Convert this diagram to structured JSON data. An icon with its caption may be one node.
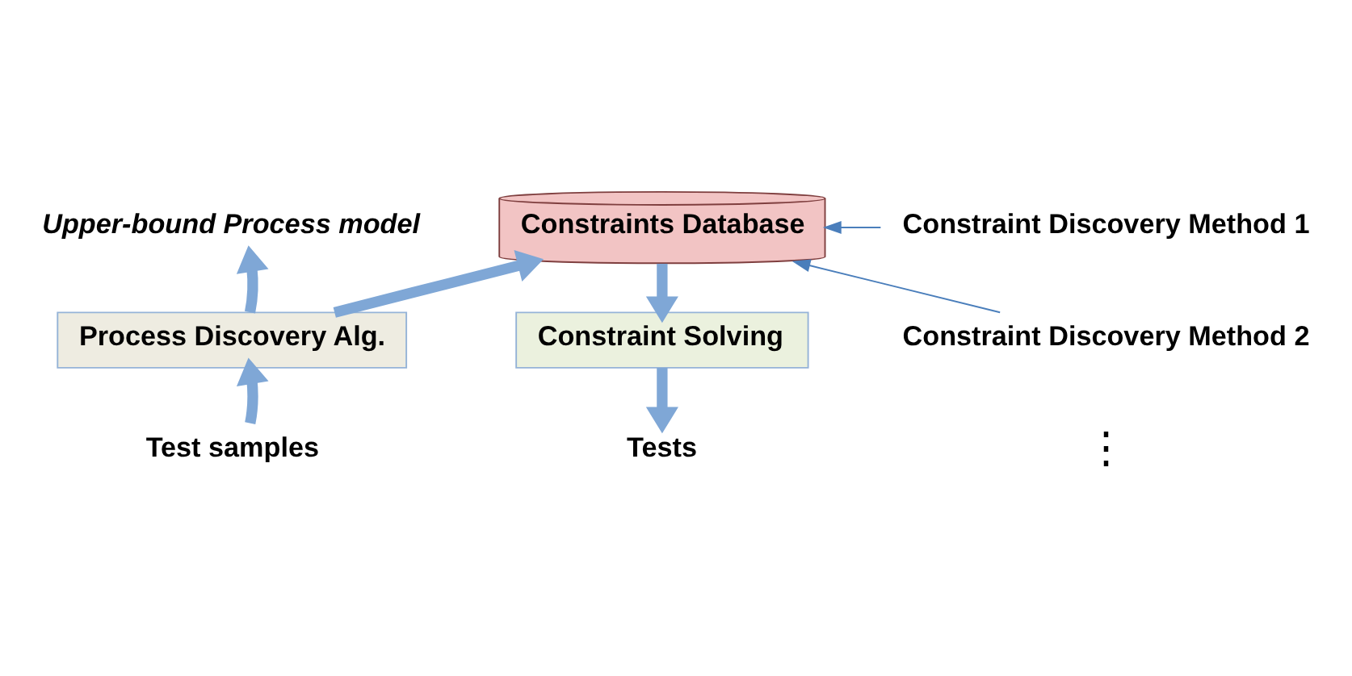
{
  "diagram": {
    "nodes": [
      {
        "text": [
          "Upper-bound Process model"
        ]
      },
      {
        "text": [
          "Constraints Database"
        ]
      },
      {
        "text": [
          "Constraint Discovery Method 1"
        ]
      },
      {
        "text": [
          "Constraint Discovery Method 2"
        ]
      },
      {
        "text": [
          "Process Discovery Alg."
        ]
      },
      {
        "text": [
          "Constraint Solving"
        ]
      },
      {
        "text": [
          "Test samples"
        ]
      },
      {
        "text": [
          "Tests"
        ]
      }
    ],
    "edges": [
      {
        "from": 6,
        "to": 4,
        "arrow": "to"
      },
      {
        "from": 4,
        "to": 0,
        "arrow": "to"
      },
      {
        "from": 4,
        "to": 1,
        "arrow": "to"
      },
      {
        "from": 1,
        "to": 5,
        "arrow": "to"
      },
      {
        "from": 5,
        "to": 7,
        "arrow": "to"
      },
      {
        "from": 2,
        "to": 1,
        "arrow": "to",
        "color": "#4a7ebb"
      },
      {
        "from": 3,
        "to": 1,
        "arrow": "to",
        "color": "#4a7ebb"
      }
    ],
    "labels": [
      "⋮"
    ]
  }
}
